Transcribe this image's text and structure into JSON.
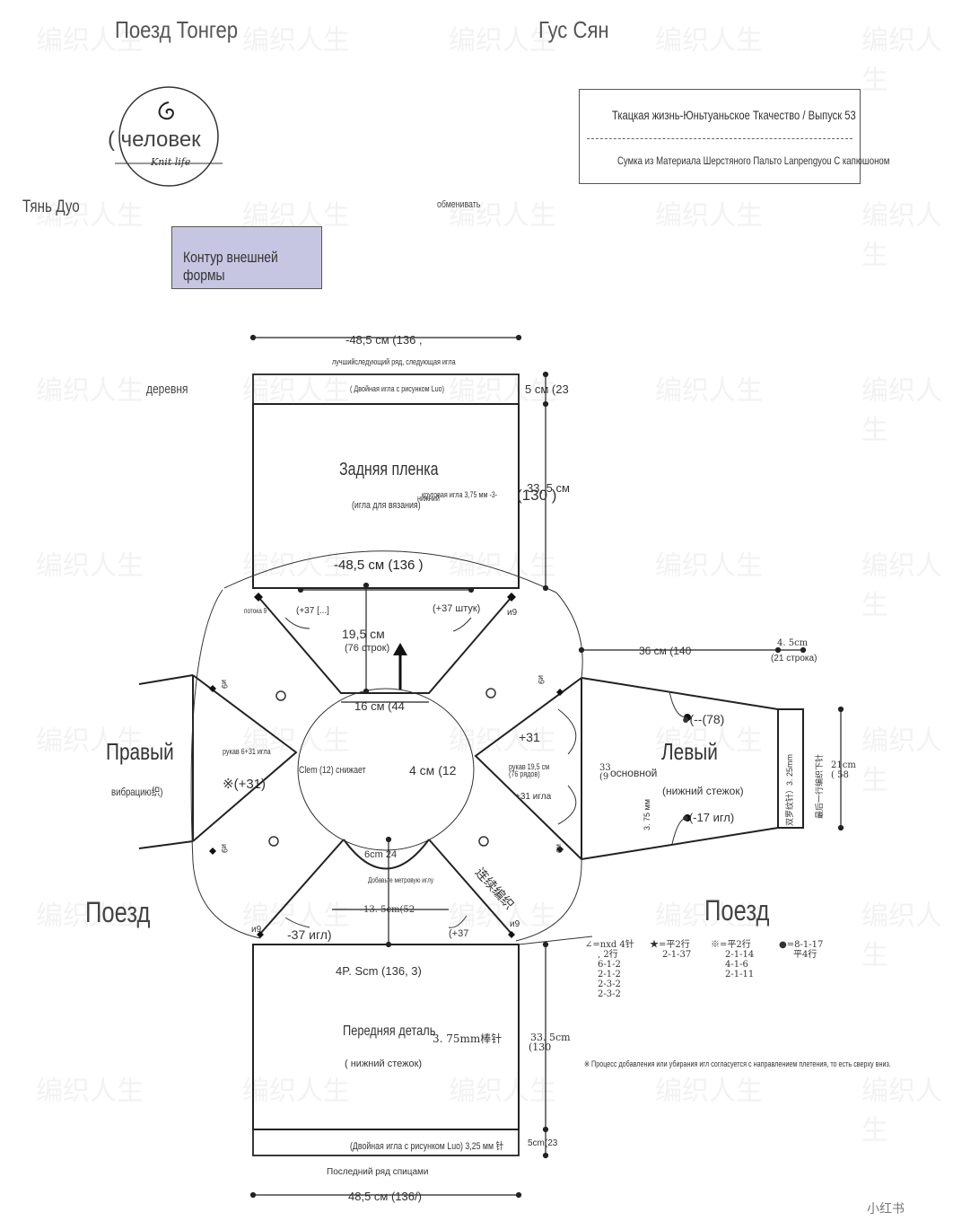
{
  "header": {
    "left_title": "Поезд Тонгер",
    "right_title": "Гус Сян",
    "logo_text": "( человек",
    "logo_sub": "Knit life",
    "designer": "Тянь Дуо",
    "small_note": "обменивать"
  },
  "info_box": {
    "line1": "Ткацкая жизнь-Юньтуаньское Ткачество / Выпуск 53",
    "line2": "Сумка из Материала Шерстяного Пальто Lanpengyou С капюшоном"
  },
  "outline_label": "Контур внешней формы",
  "back": {
    "width_top": "-48,5 см (136 ,",
    "last_row_note": "лучшийследующий ряд, следующая игла",
    "rib_note": "( Двойная игла с рисунком Luo)",
    "rib_height": "5 см (23",
    "wood": "деревня",
    "title": "Задняя пленка",
    "needle": "(игла для вязания)",
    "needle_note": "круговая игла 3,75 мм -3-",
    "lower": "нижний",
    "height": "33, 5 см",
    "rows": "(130 )",
    "width_bottom": "-48,5 см (136 )"
  },
  "yoke": {
    "left_top_note": "потока 9",
    "plus37_left": "(+37 [...]",
    "plus37_right": "(+37 штук)",
    "add9_right": "и9",
    "depth": "19,5 см",
    "depth_rows": "(76 строк)",
    "neck_top": "16 см (44",
    "neck_mid": "4 см (12",
    "neck_left": "Clem (12) снижает",
    "bottom_curve": "6cm 24",
    "bottom_note": "Добавьте метровую иглу",
    "bottom_width": "13. 5cm(52",
    "minus37": "-37 игл)",
    "plus37_bottom": "(+37",
    "add9_bl": "и9",
    "add9_br": "и9",
    "continuous": "连续编织",
    "rot_labels": [
      "и9",
      "и9",
      "и9",
      "и9"
    ]
  },
  "right_sleeve": {
    "title": "Правый",
    "sub": "вибрацию织)",
    "note": "рукав 6+31 игла",
    "plus31": "※(+31)"
  },
  "left_sleeve": {
    "title": "Левый",
    "plus31": "+31",
    "sleeve_note": "рукав 19,5 см",
    "rows_note": "(76 рядов)",
    "plus31_needle": "+31 игла",
    "basic_num": "33",
    "basic_num2": "(9",
    "basic": "основной",
    "stitch": "(нижний стежок)",
    "needle_size": "3. 75 мм",
    "minus17": "●(-17 игл)",
    "minus78": "●(--(78)",
    "length": "36 см (140",
    "cuff_len": "4. 5cm",
    "cuff_rows": "(21 строка)",
    "cuff_label": "双罗纹针）3. 25mm",
    "cuff_label2": "最后一行编织下针",
    "cuff_width": "21cm",
    "cuff_width_rows": "( 58"
  },
  "front": {
    "train_left": "Поезд",
    "train_right": "Поезд",
    "width_top": "4P. Scm (136, 3)",
    "title": "Передняя деталь",
    "needle": "3. 75mm棒针",
    "stitch": "( нижний стежок)",
    "height": "33. 5cm",
    "rows": "(130",
    "rib_note": "(Двойная игла с рисунком Luo) 3,25 мм 针",
    "rib_height": "5cm(23",
    "last_row": "Последний ряд спицами",
    "width_bottom": "48,5 см (136/)"
  },
  "legend": {
    "items": [
      {
        "sym": "∠=nxd 4针",
        "rows": [
          ", 2行",
          "6-1-2",
          "2-1-2",
          "2-3-2",
          "2-3-2"
        ]
      },
      {
        "sym": "★=平2行",
        "rows": [
          "2-1-37"
        ]
      },
      {
        "sym": "※=平2行",
        "rows": [
          "2-1-14",
          "4-1-6",
          "2-1-11"
        ]
      },
      {
        "sym": "●=8-1-17",
        "rows": [
          "平4行"
        ]
      }
    ],
    "note": "※ Процесс добавления или убирания игл согласуется с направлением плетения, то есть сверху вниз."
  },
  "watermark": {
    "text": "编织人生",
    "sub": "Knit life",
    "corner": "小红书"
  }
}
